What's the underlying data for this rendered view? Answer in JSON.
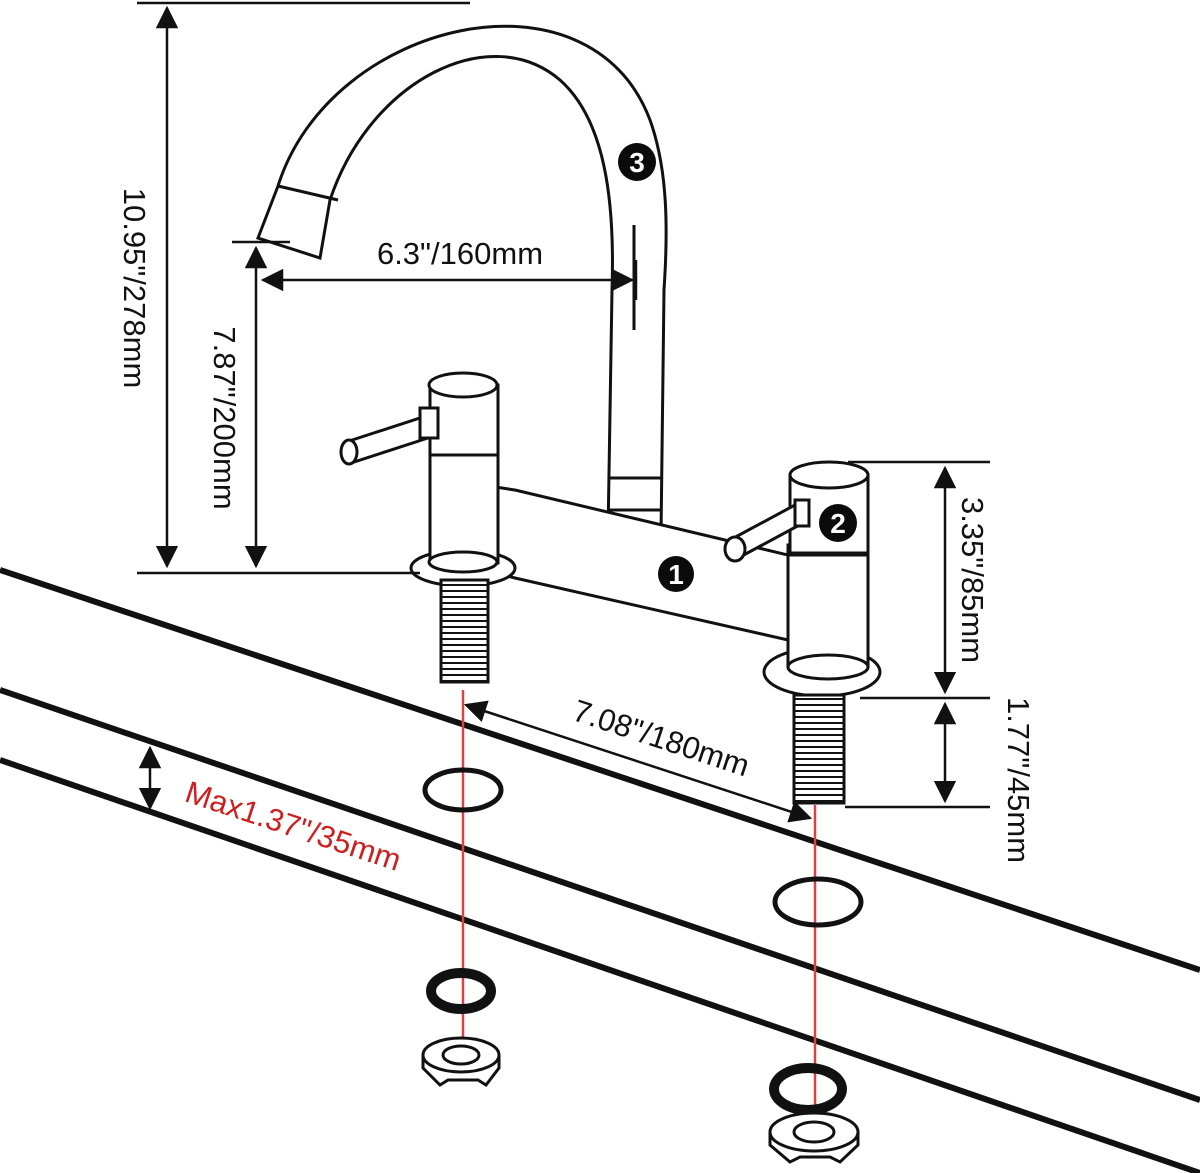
{
  "colors": {
    "line": "#111111",
    "accent_red": "#cc1f1f",
    "badge_fill": "#0b0b0b",
    "background": "#ffffff"
  },
  "dimensions": {
    "total_height": "10.95\"/278mm",
    "spout_height": "7.87\"/200mm",
    "spout_reach": "6.3\"/160mm",
    "body_height": "3.35\"/85mm",
    "shank_length": "1.77\"/45mm",
    "center_spacing": "7.08\"/180mm",
    "max_deck_thickness": "Max1.37\"/35mm"
  },
  "badges": {
    "body": "1",
    "handle": "2",
    "spout": "3"
  },
  "icons": [
    "faucet-spout",
    "faucet-handle",
    "mounting-washer",
    "locking-nut",
    "sink-deck"
  ]
}
